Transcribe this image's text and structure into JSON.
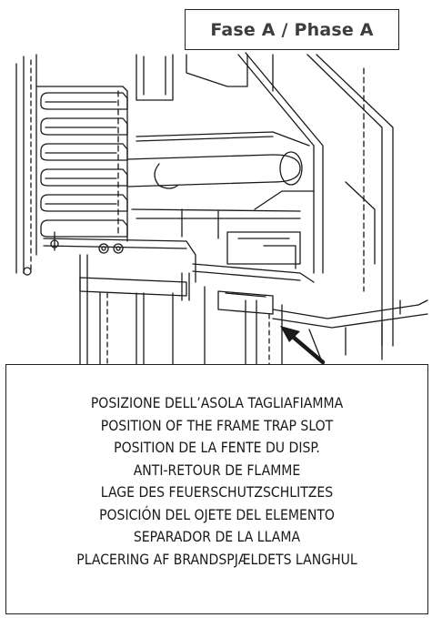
{
  "phase_label": "Fase A / Phase A",
  "caption_lines": [
    "POSIZIONE DELL’ASOLA TAGLIAFIAMMA",
    "POSITION OF THE FRAME TRAP SLOT",
    "POSITION DE LA FENTE DU DISP.",
    "ANTI-RETOUR DE FLAMME",
    "LAGE DES FEUERSCHUTZSCHLITZES",
    "POSICIÓN DEL OJETE DEL ELEMENTO",
    "SEPARADOR DE LA LLAMA",
    "PLACERING AF BRANDSPJÆLDETS LANGHUL"
  ]
}
